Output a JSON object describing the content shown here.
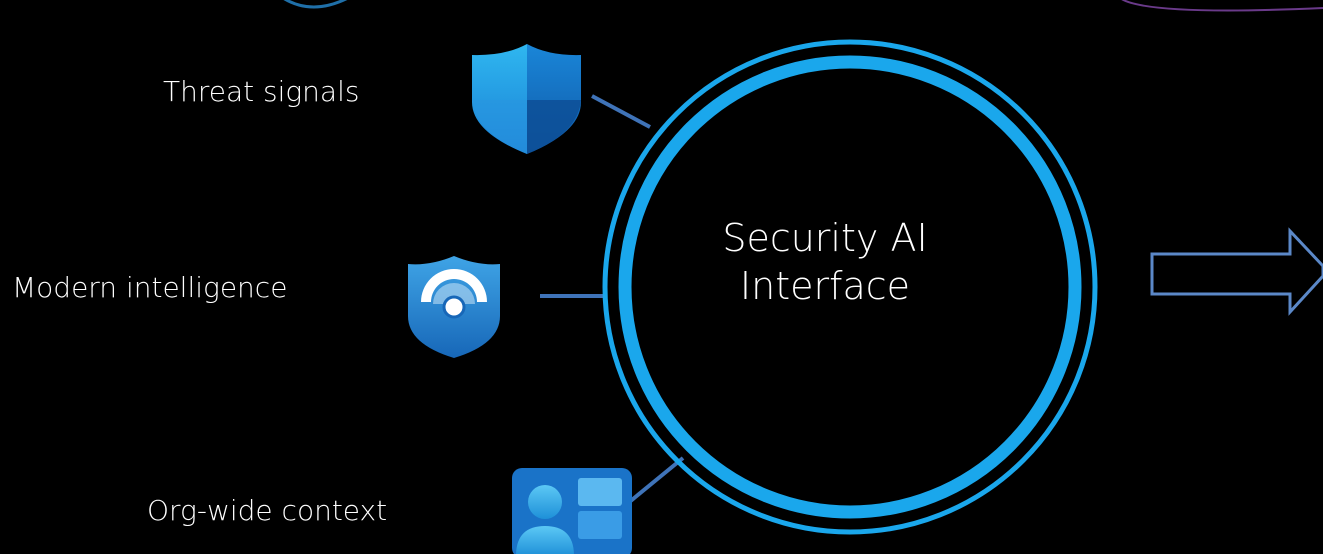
{
  "hub": {
    "line1": "Security AI",
    "line2": "Interface"
  },
  "inputs": [
    {
      "label": "Threat signals",
      "icon": "shield-icon"
    },
    {
      "label": "Modern intelligence",
      "icon": "signal-shield-icon"
    },
    {
      "label": "Org-wide context",
      "icon": "org-directory-icon"
    }
  ],
  "colors": {
    "background": "#000000",
    "ring": "#1aa7ec",
    "connector": "#3f73b8",
    "arrow": "#5b88c8",
    "text": "#ffffff"
  }
}
